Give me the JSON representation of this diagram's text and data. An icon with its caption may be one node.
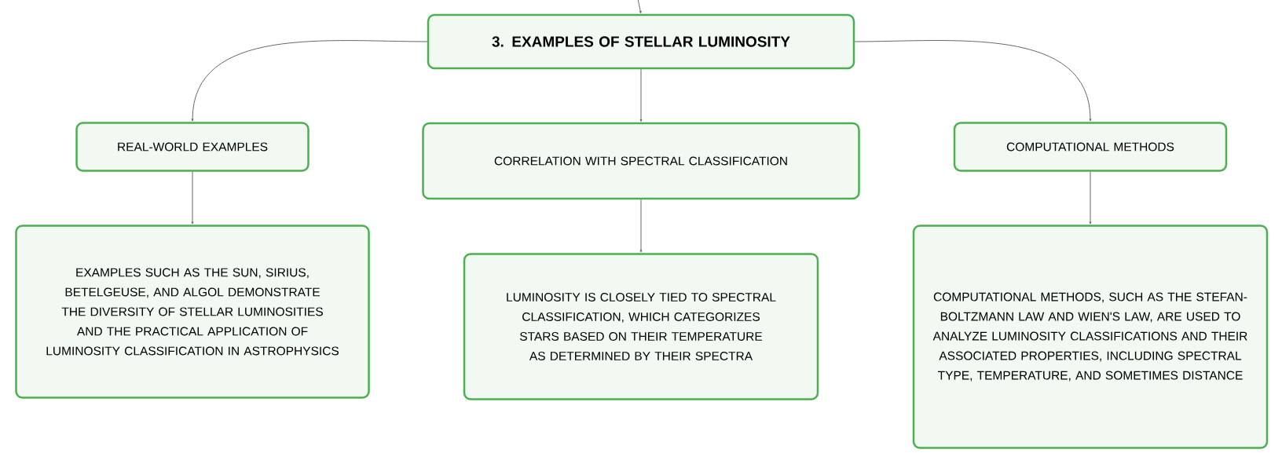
{
  "diagram": {
    "nodes": [
      {
        "text": [
          "3. EXAMPLES OF STELLAR LUMINOSITY"
        ]
      },
      {
        "text": [
          "REAL-WORLD EXAMPLES"
        ]
      },
      {
        "text": [
          "CORRELATION WITH SPECTRAL CLASSIFICATION"
        ]
      },
      {
        "text": [
          "COMPUTATIONAL METHODS"
        ]
      },
      {
        "text": [
          "EXAMPLES SUCH AS THE SUN, SIRIUS, BETELGEUSE, AND ALGOL DEMONSTRATE THE DIVERSITY OF STELLAR LUMINOSITIES AND THE PRACTICAL APPLICATION OF LUMINOSITY CLASSIFICATION IN ASTROPHYSICS"
        ]
      },
      {
        "text": [
          "LUMINOSITY IS CLOSELY TIED TO SPECTRAL CLASSIFICATION, WHICH CATEGORIZES STARS BASED ON THEIR TEMPERATURE AS DETERMINED BY THEIR SPECTRA"
        ]
      },
      {
        "text": [
          "COMPUTATIONAL METHODS, SUCH AS THE STEFAN-BOLTZMANN LAW AND WIEN'S LAW, ARE USED TO ANALYZE LUMINOSITY CLASSIFICATIONS AND THEIR ASSOCIATED PROPERTIES, INCLUDING SPECTRAL TYPE, TEMPERATURE, AND SOMETIMES DISTANCE"
        ]
      }
    ],
    "edges": [
      {
        "from": null,
        "to": 0,
        "arrow": "to"
      },
      {
        "from": 0,
        "to": 1,
        "arrow": "to"
      },
      {
        "from": 0,
        "to": 2,
        "arrow": "to"
      },
      {
        "from": 0,
        "to": 3,
        "arrow": "to"
      },
      {
        "from": 1,
        "to": 4,
        "arrow": "to"
      },
      {
        "from": 2,
        "to": 5,
        "arrow": "to"
      },
      {
        "from": 3,
        "to": 6,
        "arrow": "to"
      }
    ]
  }
}
